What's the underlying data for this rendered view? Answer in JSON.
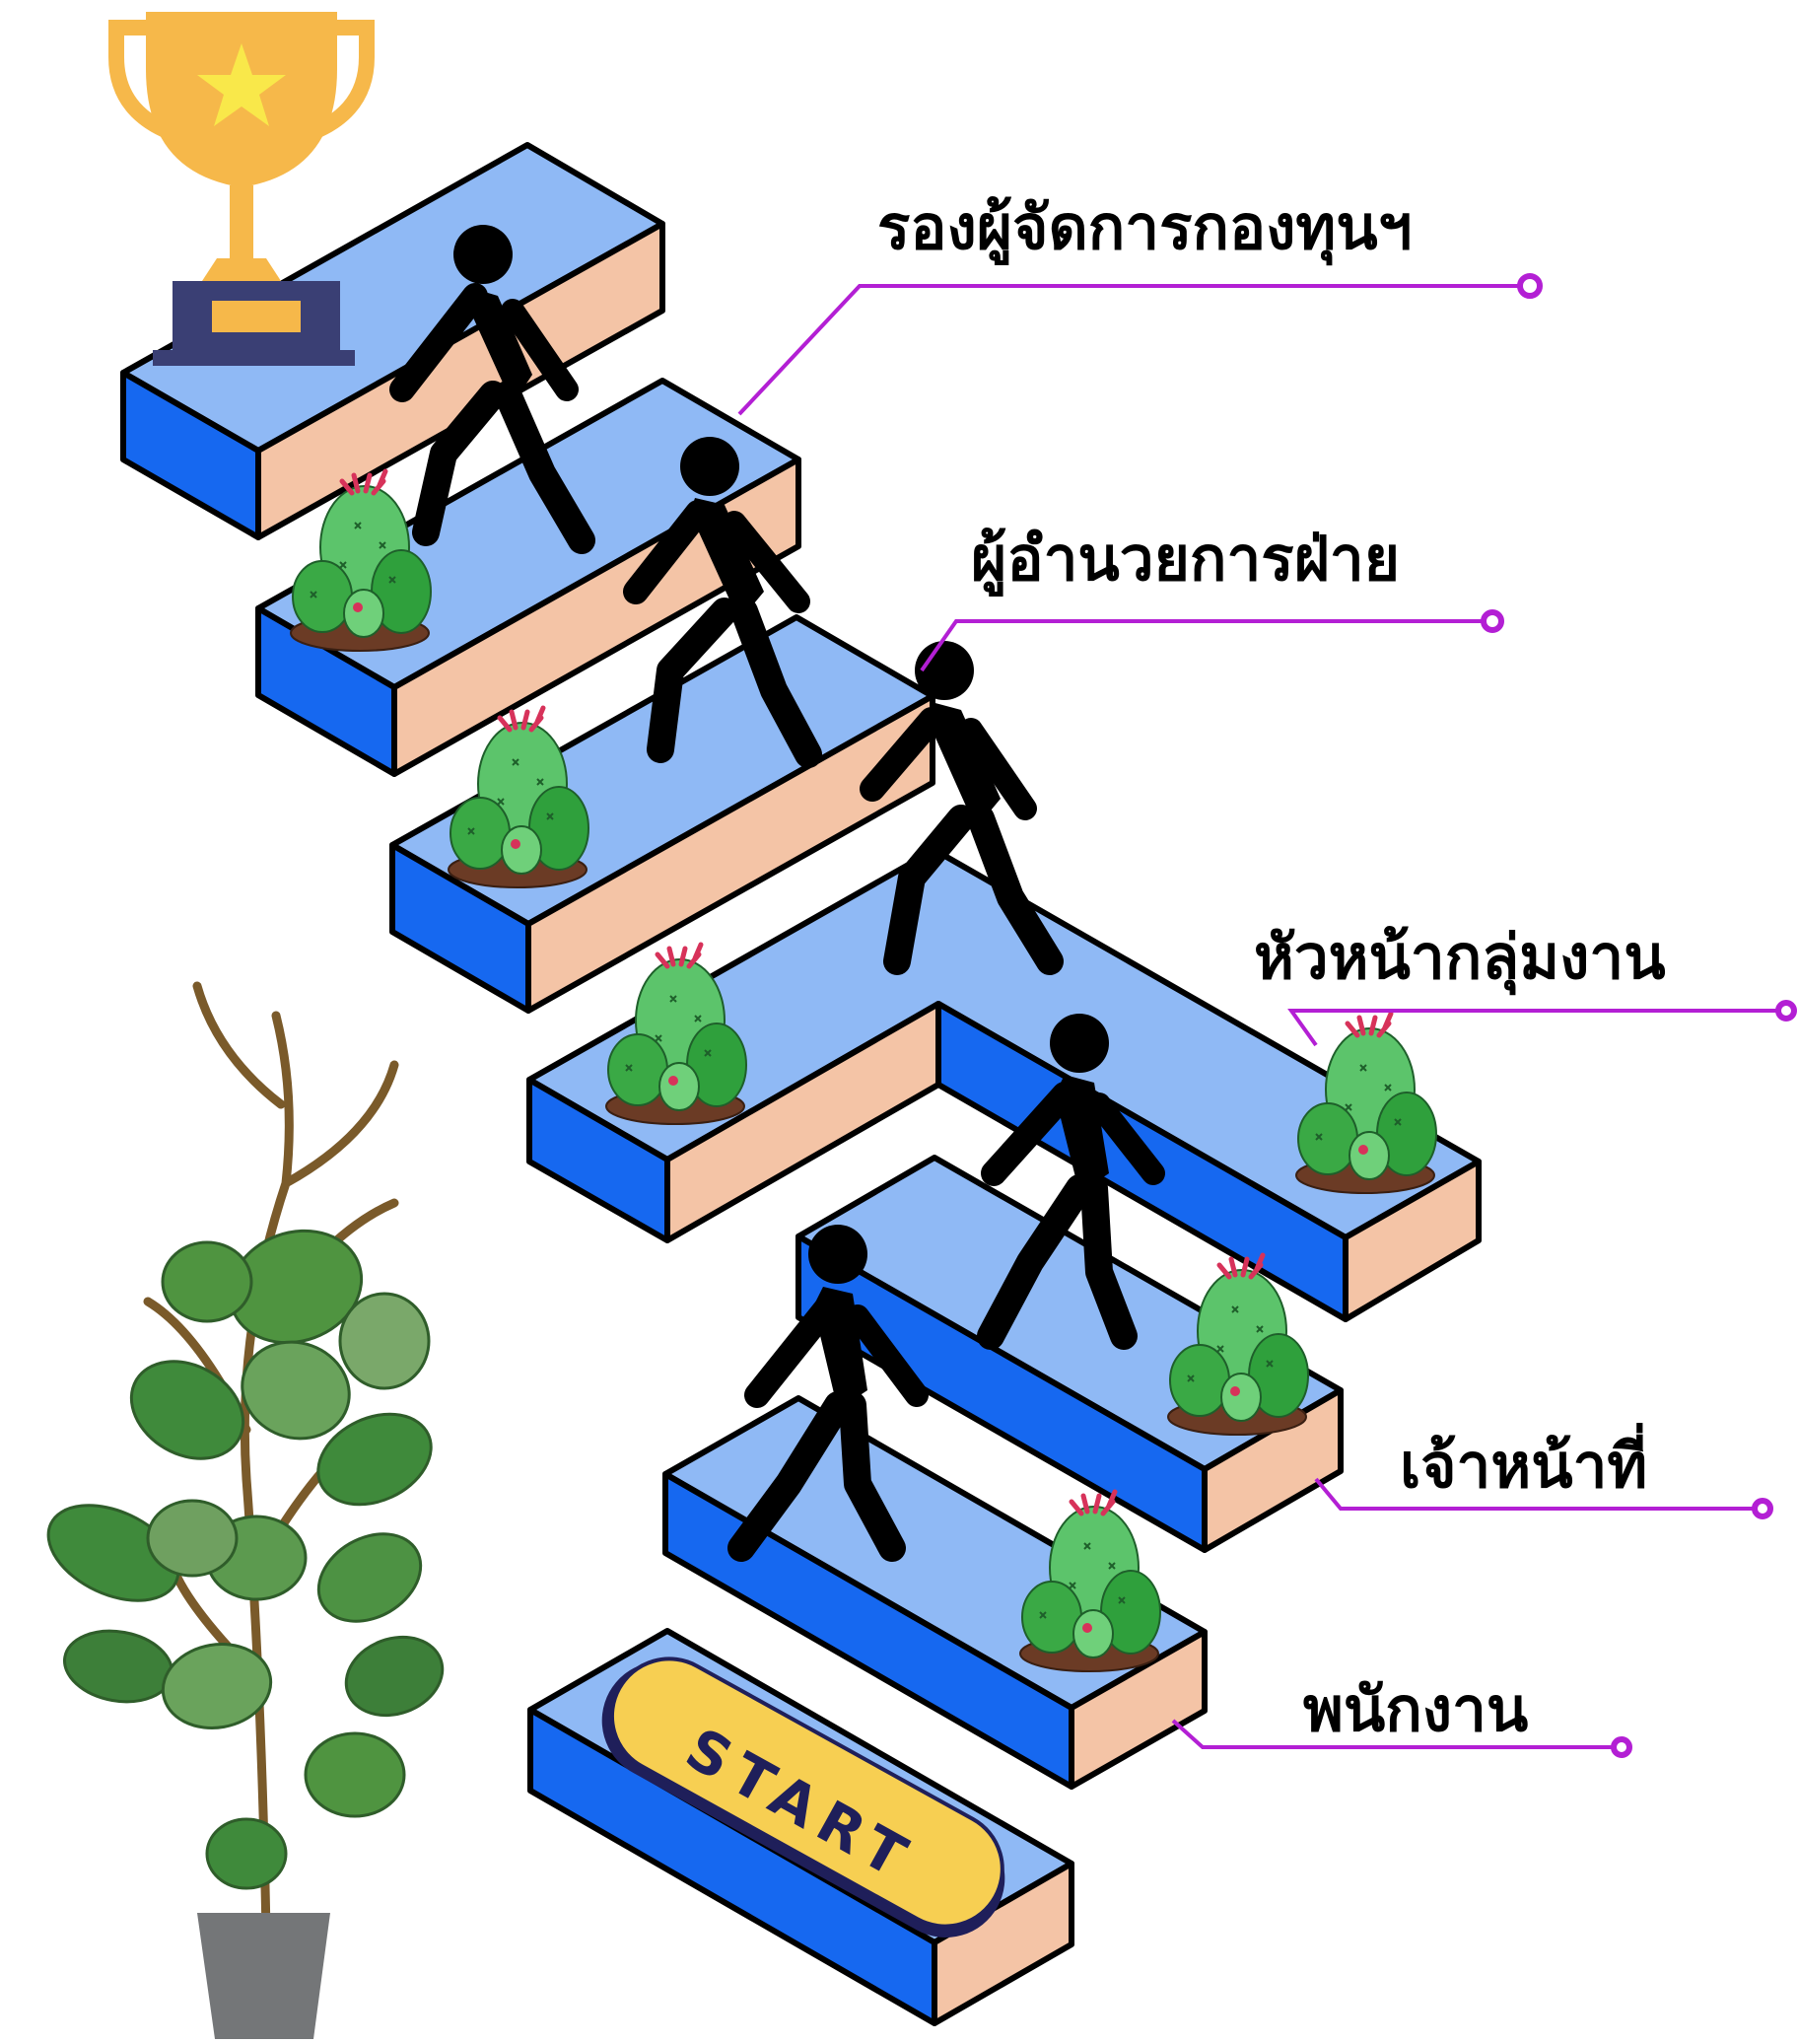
{
  "levels": [
    {
      "label": "รองผู้จัดการกองทุนฯ"
    },
    {
      "label": "ผู้อำนวยการฝ่าย"
    },
    {
      "label": "หัวหน้ากลุ่มงาน"
    },
    {
      "label": "เจ้าหน้าที่"
    },
    {
      "label": "พนักงาน"
    }
  ],
  "start_button": {
    "label": "START"
  },
  "colors": {
    "step_top": "#8fb9f5",
    "step_left": "#1668f0",
    "step_right": "#f4c4a6",
    "connector": "#b31fd4",
    "start_button": "#f7cf52",
    "trophy": "#f6b84a",
    "trophy_base": "#3a3f74"
  }
}
